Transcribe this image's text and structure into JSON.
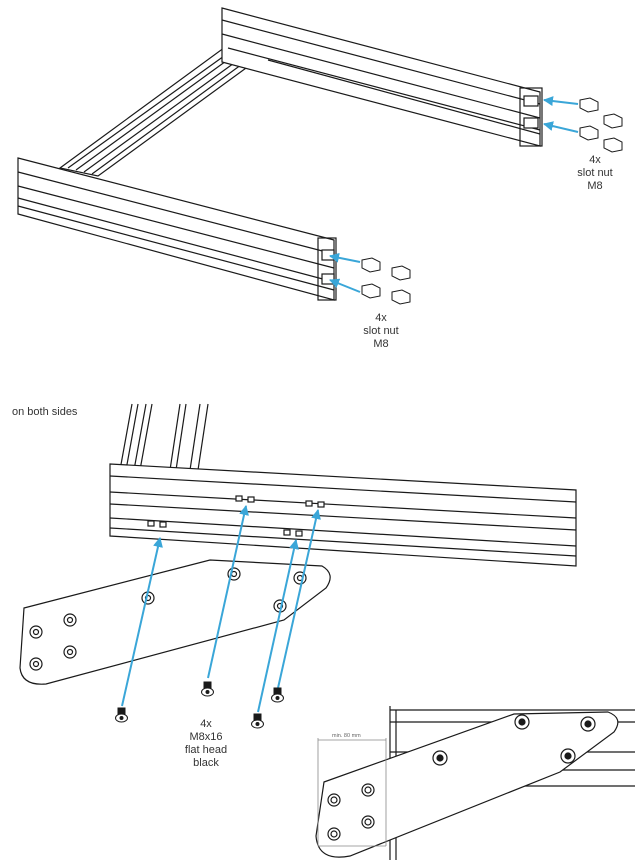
{
  "step1": {
    "callout_right": {
      "qty": "4x",
      "name_line1": "slot nut",
      "name_line2": "M8"
    },
    "callout_front": {
      "qty": "4x",
      "name_line1": "slot nut",
      "name_line2": "M8"
    }
  },
  "step2": {
    "note": "on both sides",
    "callout_bolts": {
      "qty": "4x",
      "spec": "M8x16",
      "line2": "flat head",
      "line3": "black"
    },
    "dimension_label": "min. 80 mm"
  },
  "colors": {
    "arrow": "#3aa6d8",
    "line": "#1a1a1a",
    "fill": "#ffffff"
  }
}
